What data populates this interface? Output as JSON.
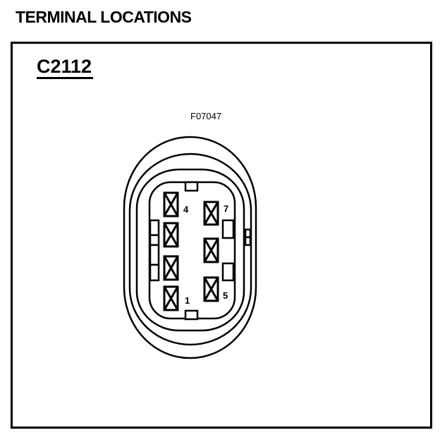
{
  "title": "TERMINAL LOCATIONS",
  "connector_id": "C2112",
  "figure_code": "F07047",
  "terminal_labels": {
    "pin4": "4",
    "pin7": "7",
    "pin1": "1",
    "pin5": "5"
  }
}
